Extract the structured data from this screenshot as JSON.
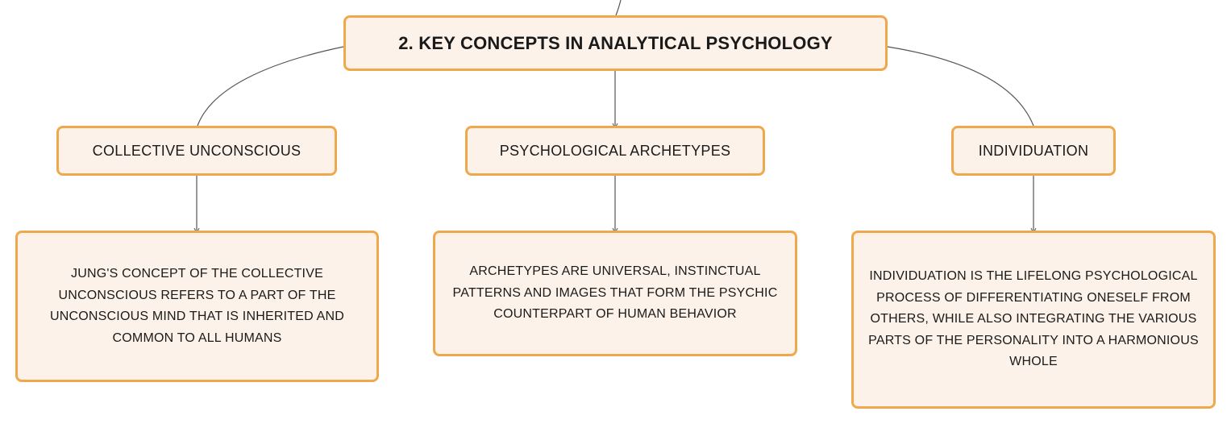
{
  "root": {
    "label": "2. KEY CONCEPTS IN ANALYTICAL PSYCHOLOGY"
  },
  "topics": [
    {
      "label": "COLLECTIVE UNCONSCIOUS",
      "detail": "JUNG'S CONCEPT OF THE COLLECTIVE UNCONSCIOUS REFERS TO A PART OF THE UNCONSCIOUS MIND THAT IS INHERITED AND COMMON TO ALL HUMANS"
    },
    {
      "label": "PSYCHOLOGICAL ARCHETYPES",
      "detail": "ARCHETYPES ARE UNIVERSAL, INSTINCTUAL PATTERNS AND IMAGES THAT FORM THE PSYCHIC COUNTERPART OF HUMAN BEHAVIOR"
    },
    {
      "label": "INDIVIDUATION",
      "detail": "INDIVIDUATION IS THE LIFELONG PSYCHOLOGICAL PROCESS OF DIFFERENTIATING ONESELF FROM OTHERS, WHILE ALSO INTEGRATING THE VARIOUS PARTS OF THE PERSONALITY INTO A HARMONIOUS WHOLE"
    }
  ],
  "colors": {
    "node_fill": "#fdf2e9",
    "node_border": "#efa94c",
    "connector": "#555555"
  }
}
